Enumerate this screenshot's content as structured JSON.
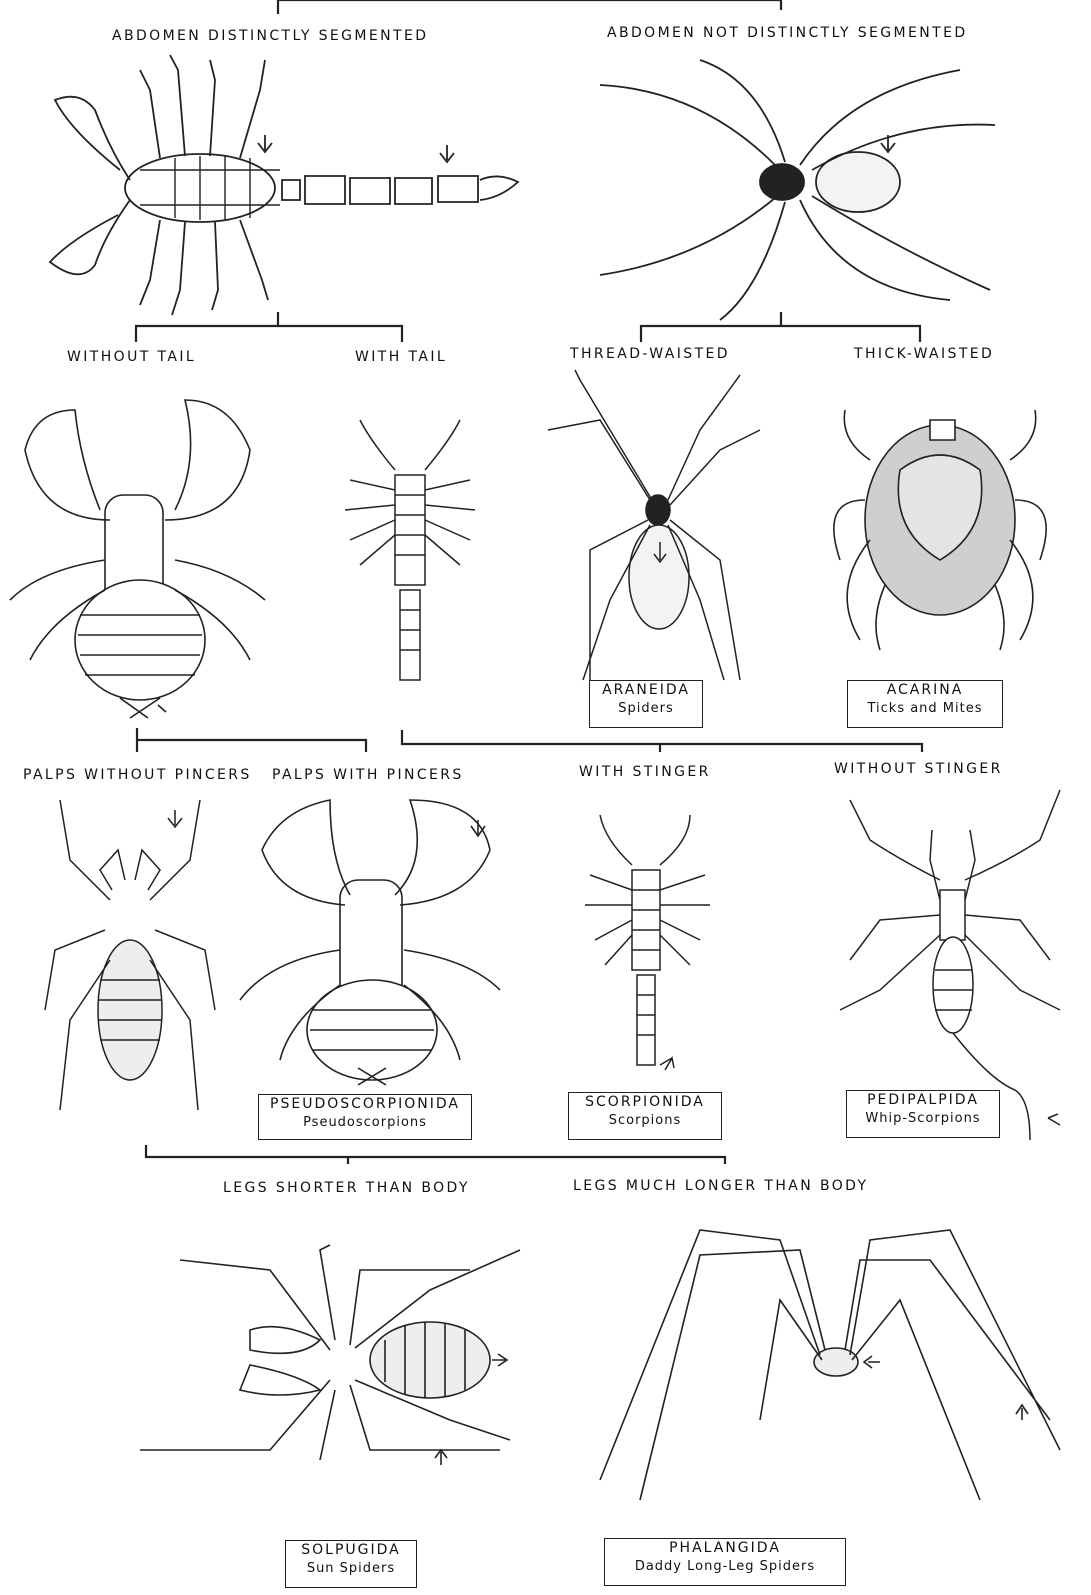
{
  "headers": {
    "abdomen_segmented": "ABDOMEN DISTINCTLY SEGMENTED",
    "abdomen_not_segmented": "ABDOMEN NOT DISTINCTLY SEGMENTED",
    "without_tail": "WITHOUT TAIL",
    "with_tail": "WITH TAIL",
    "thread_waisted": "THREAD-WAISTED",
    "thick_waisted": "THICK-WAISTED",
    "palps_without_pincers": "PALPS WITHOUT PINCERS",
    "palps_with_pincers": "PALPS WITH PINCERS",
    "with_stinger": "WITH STINGER",
    "without_stinger": "WITHOUT STINGER",
    "legs_shorter": "LEGS SHORTER THAN BODY",
    "legs_longer": "LEGS MUCH LONGER THAN BODY"
  },
  "orders": {
    "araneida": {
      "order": "ARANEIDA",
      "common": "Spiders"
    },
    "acarina": {
      "order": "ACARINA",
      "common": "Ticks and Mites"
    },
    "pseudoscorpionida": {
      "order": "PSEUDOSCORPIONIDA",
      "common": "Pseudoscorpions"
    },
    "scorpionida": {
      "order": "SCORPIONIDA",
      "common": "Scorpions"
    },
    "pedipalpida": {
      "order": "PEDIPALPIDA",
      "common": "Whip-Scorpions"
    },
    "solpugida": {
      "order": "SOLPUGIDA",
      "common": "Sun Spiders"
    },
    "phalangida": {
      "order": "PHALANGIDA",
      "common": "Daddy Long-Leg Spiders"
    }
  }
}
